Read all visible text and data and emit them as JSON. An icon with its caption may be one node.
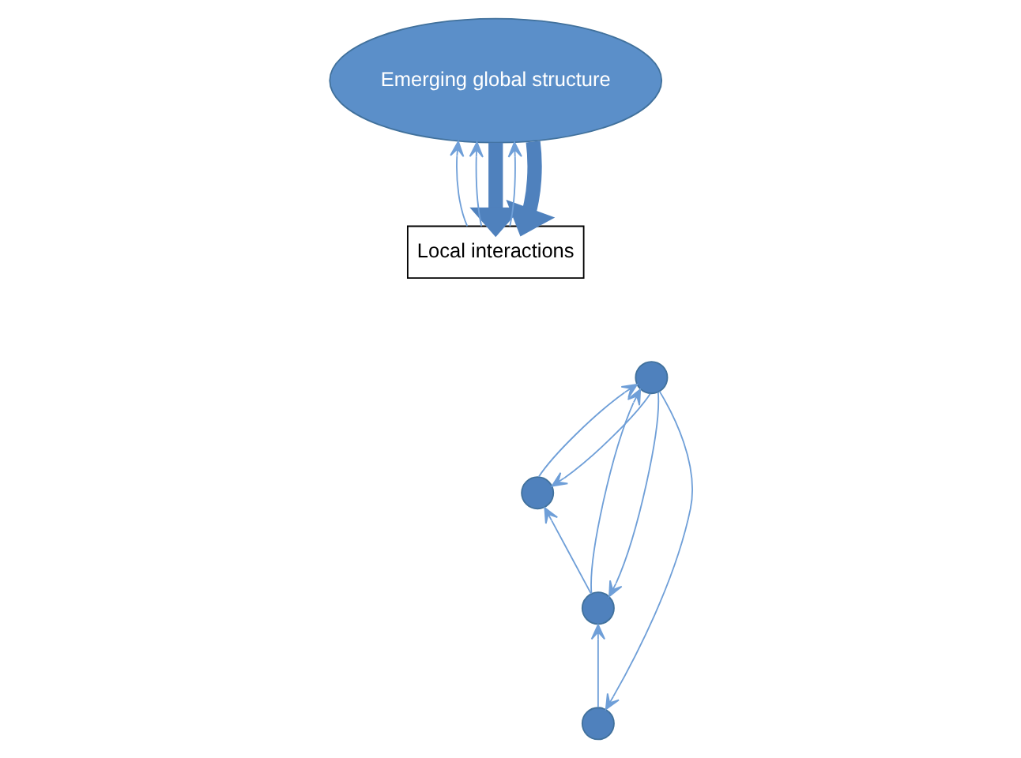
{
  "diagram": {
    "nodes": [
      {
        "text": [
          "Emerging global structure"
        ]
      },
      {
        "text": [
          "Local interactions"
        ]
      },
      {
        "text": [],
        "shape": "circle"
      },
      {
        "text": [],
        "shape": "circle"
      },
      {
        "text": [],
        "shape": "circle"
      },
      {
        "text": [],
        "shape": "circle"
      }
    ],
    "edges": [
      {
        "from": 1,
        "to": 0,
        "arrow": "to"
      },
      {
        "from": 1,
        "to": 0,
        "arrow": "to"
      },
      {
        "from": 1,
        "to": 0,
        "arrow": "to"
      },
      {
        "from": 0,
        "to": 1,
        "arrow": "to",
        "style": "thick"
      },
      {
        "from": 0,
        "to": 1,
        "arrow": "to",
        "style": "thick"
      },
      {
        "from": 2,
        "to": 3,
        "arrow": "to"
      },
      {
        "from": 3,
        "to": 4,
        "arrow": "to"
      },
      {
        "from": 5,
        "to": 3,
        "arrow": "to"
      },
      {
        "from": 3,
        "to": 5,
        "arrow": "to"
      },
      {
        "from": 5,
        "to": 2,
        "arrow": "to"
      },
      {
        "from": 5,
        "to": 4,
        "arrow": "to"
      },
      {
        "from": 4,
        "to": 5,
        "arrow": "to"
      }
    ]
  }
}
